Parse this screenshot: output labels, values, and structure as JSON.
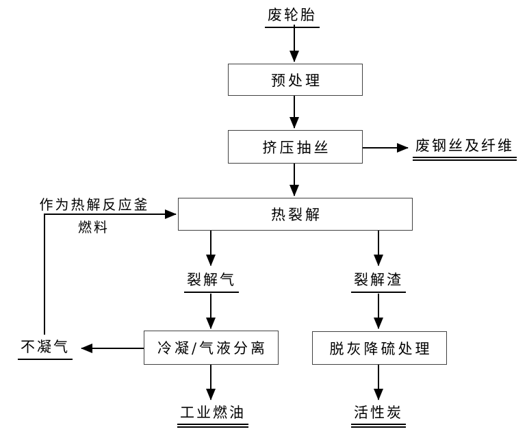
{
  "diagram": {
    "nodes": {
      "waste_tires": "废轮胎",
      "pretreatment": "预处理",
      "extrusion_drawing": "挤压抽丝",
      "waste_steel_fiber": "废钢丝及纤维",
      "pyrolysis": "热裂解",
      "pyrolysis_gas": "裂解气",
      "pyrolysis_residue": "裂解渣",
      "condensation_separation": "冷凝/气液分离",
      "deash_desulfurization": "脱灰降硫处理",
      "non_condensable_gas": "不凝气",
      "industrial_fuel_oil": "工业燃油",
      "activated_carbon": "活性炭",
      "fuel_note_line1": "作为热解反应釜",
      "fuel_note_line2": "燃料"
    },
    "colors": {
      "line": "#000000",
      "box_border": "#404040",
      "background": "#ffffff",
      "text": "#000000"
    }
  }
}
